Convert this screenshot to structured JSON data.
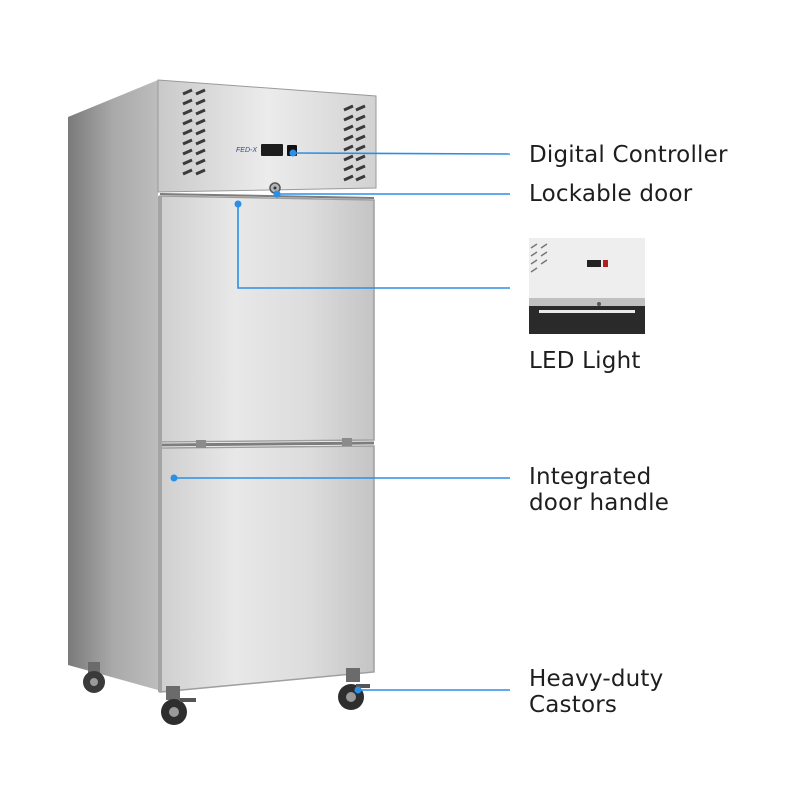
{
  "callouts": {
    "controller": {
      "text": "Digital Controller"
    },
    "lock": {
      "text": "Lockable door"
    },
    "led": {
      "text": "LED Light"
    },
    "handle": {
      "line1": "Integrated",
      "line2": "door handle"
    },
    "castors": {
      "line1": "Heavy-duty",
      "line2": "Castors"
    }
  },
  "branding": {
    "logo_text": "FED-X"
  },
  "colors": {
    "callout_line": "#2b8fe6",
    "callout_dot": "#2b8fe6",
    "steel_light": "#e3e3e3",
    "steel_dark": "#8e8e8e",
    "label_text": "#1e1e1e"
  },
  "icons": [
    "vent-grille-icon",
    "lock-icon",
    "castor-wheel-icon"
  ]
}
